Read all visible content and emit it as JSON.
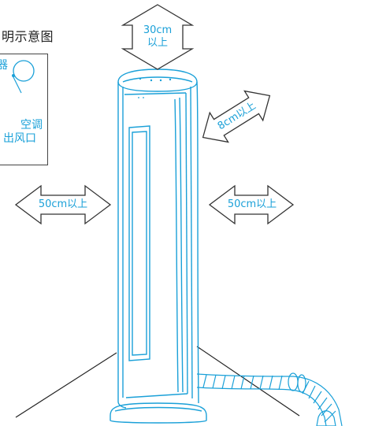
{
  "title": "明示意图",
  "inset": {
    "top_label": "器",
    "label_line1": "空调",
    "label_line2": "出风口"
  },
  "clearances": {
    "top": "30cm\n以上",
    "top_line1": "30cm",
    "top_line2": "以上",
    "left": "50cm以上",
    "right": "50cm以上",
    "back": "8cm以上"
  },
  "colors": {
    "accent": "#1aa0d8",
    "line": "#333333"
  }
}
